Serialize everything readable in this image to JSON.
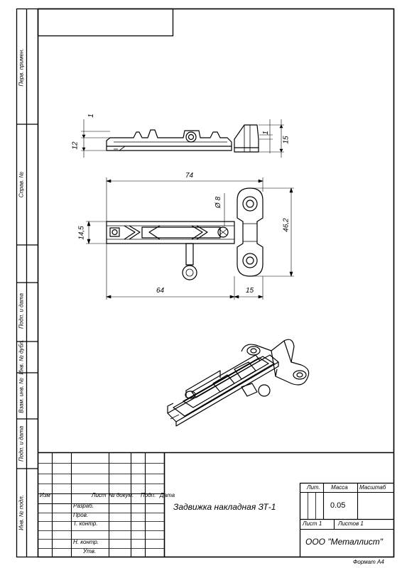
{
  "side_labels": {
    "first_use": "Перв. примен.",
    "ref_no": "Справ. №",
    "sign_date_1": "Подп. и дата",
    "inv_dup": "Инв. № дубл.",
    "replace_inv": "Взам. инв. №",
    "sign_date_2": "Подп. и дата",
    "inv_orig": "Инв. № подл."
  },
  "dimensions": {
    "side_1_top": "1",
    "side_12": "12",
    "side_1_right": "1",
    "side_15": "15",
    "top_74": "74",
    "top_dia8": "Ø 8",
    "top_46_2": "46,2",
    "top_14_5": "14,5",
    "top_64": "64",
    "top_15": "15"
  },
  "title_block": {
    "col_izm": "Изм",
    "col_list": "Лист",
    "col_doc": "№ докум.",
    "col_sign": "Подп.",
    "col_date": "Дата",
    "row_razrab": "Разраб.",
    "row_prov": "Пров.",
    "row_tkontr": "Т. контр.",
    "row_nkontr": "Н. контр.",
    "row_utv": "Утв.",
    "product_name": "Задвижка накладная ЗТ-1",
    "lit_label": "Лит.",
    "mass_label": "Масса",
    "scale_label": "Масштаб",
    "mass_value": "0.05",
    "sheet_label": "Лист 1",
    "sheets_label": "Листов 1",
    "company": "ООО \"Металлист\"",
    "format": "Формат А4"
  }
}
